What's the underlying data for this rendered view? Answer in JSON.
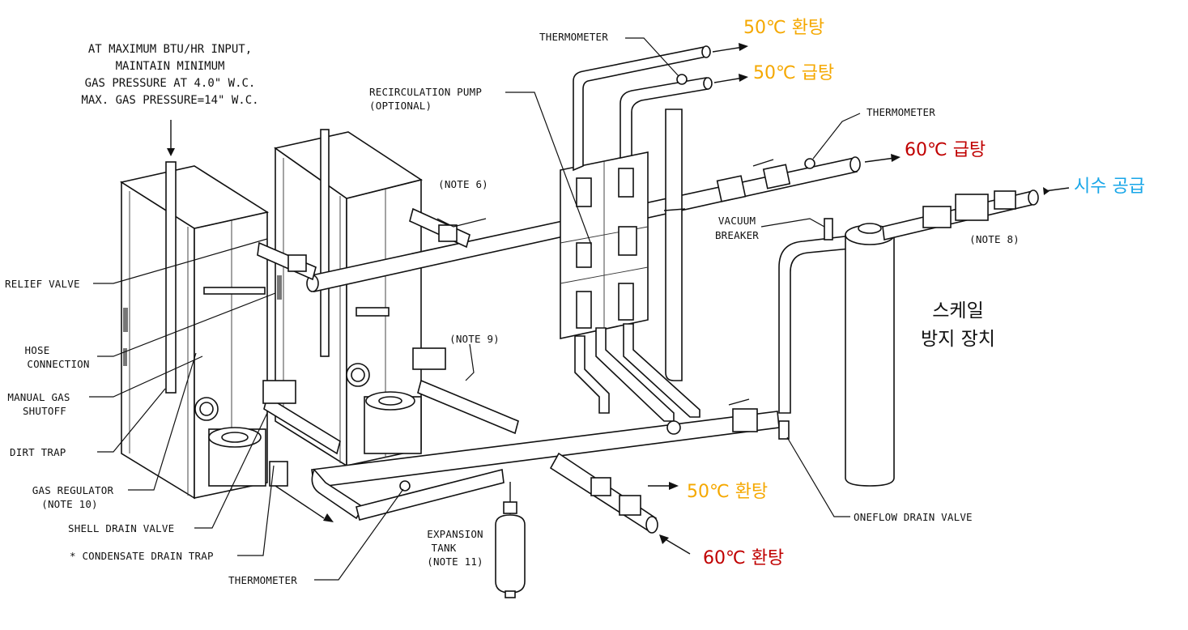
{
  "colors": {
    "return_50": "#f5a800",
    "supply_60": "#c00000",
    "cold_water": "#17a6e8",
    "line": "#111111"
  },
  "notes": {
    "gas_pressure": [
      "AT MAXIMUM BTU/HR INPUT,",
      "MAINTAIN MINIMUM",
      "GAS PRESSURE AT 4.0\" W.C.",
      "MAX. GAS PRESSURE=14\" W.C."
    ]
  },
  "labels": {
    "relief_valve": "RELIEF VALVE",
    "hose_connection": [
      "HOSE",
      "CONNECTION"
    ],
    "manual_gas_shutoff": [
      "MANUAL GAS",
      "SHUTOFF"
    ],
    "dirt_trap": "DIRT TRAP",
    "gas_regulator": [
      "GAS REGULATOR",
      "(NOTE 10)"
    ],
    "shell_drain_valve": "SHELL DRAIN VALVE",
    "condensate_drain_trap": "* CONDENSATE DRAIN TRAP",
    "thermometer_bottom": "THERMOMETER",
    "expansion_tank": [
      "EXPANSION",
      "TANK",
      "(NOTE 11)"
    ],
    "note_9": "(NOTE 9)",
    "note_6": "(NOTE 6)",
    "recirculation_pump": [
      "RECIRCULATION PUMP",
      "(OPTIONAL)"
    ],
    "thermometer_top": "THERMOMETER",
    "thermometer_right": "THERMOMETER",
    "vacuum_breaker": [
      "VACUUM",
      "BREAKER"
    ],
    "note_8": "(NOTE 8)",
    "oneflow_drain_valve": "ONEFLOW DRAIN VALVE"
  },
  "flows": {
    "return_50_top": "50℃ 환탕",
    "supply_50": "50℃ 급탕",
    "supply_60": "60℃ 급탕",
    "cold_water_supply": "시수 공급",
    "return_50_bottom": "50℃ 환탕",
    "return_60": "60℃ 환탕"
  },
  "scale_device": [
    "스케일",
    "방지 장치"
  ]
}
